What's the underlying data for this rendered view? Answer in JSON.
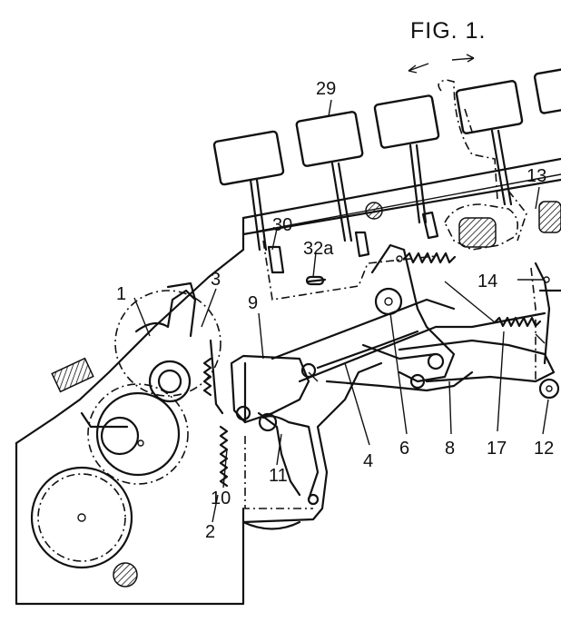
{
  "figure": {
    "title": "FIG. 1.",
    "labels": {
      "l1": "1",
      "l2": "2",
      "l3": "3",
      "l4": "4",
      "l6": "6",
      "l8": "8",
      "l9": "9",
      "l10": "10",
      "l11": "11",
      "l12": "12",
      "l13": "13",
      "l14": "14",
      "l17": "17",
      "l29": "29",
      "l30": "30",
      "l32a": "32a"
    }
  }
}
